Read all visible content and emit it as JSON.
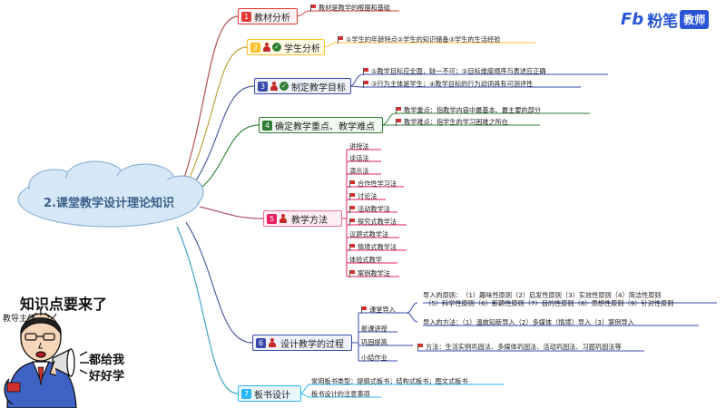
{
  "logo": {
    "mark": "Fb",
    "name": "粉笔",
    "badge": "教师"
  },
  "center": {
    "title": "2.课堂教学设计理论知识"
  },
  "branches": [
    {
      "num": "1",
      "label": "教材分析",
      "leaves": [
        "教材是教学的根据和基础"
      ]
    },
    {
      "num": "2",
      "label": "学生分析",
      "leaves": [
        "①学生的年龄特点②学生的知识储备③学生的生活经验"
      ]
    },
    {
      "num": "3",
      "label": "制定教学目标",
      "leaves": [
        "①教学目标应全面，缺一不可；②目标维度顺序与表述应正确",
        "③行为主体是学生；④教学目标的行为动词具有可测评性"
      ]
    },
    {
      "num": "4",
      "label": "确定教学重点、教学难点",
      "leaves": [
        "教学重点：指教学内容中最基本、最主要的部分",
        "教学难点：指学生的学习困难之所在"
      ]
    },
    {
      "num": "5",
      "label": "教学方法",
      "leaves": [
        "讲授法",
        "谈话法",
        "演示法",
        "合作性学习法",
        "讨论法",
        "活动教学法",
        "探究式教学法",
        "议题式教学法",
        "情境式教学法",
        "体验式教学",
        "案例教学法"
      ]
    },
    {
      "num": "6",
      "label": "设计教学的过程",
      "leaves": [
        "课堂导入",
        "新课讲授",
        "巩固提高",
        "小结作业"
      ],
      "intro_principles_label": "导入的原则：",
      "intro_principles_line1": "（1）趣味性原则（2）启发性原则（3）实效性原则（4）简洁性原则",
      "intro_principles_line2": "（5）科学性原则（6）新颖性原则（7）目的性原则（8）思想性原则（9）针对性原则",
      "intro_methods": "导入的方法：（1）温故知新导入（2）多媒体（情境）导入（3）案例导入",
      "consolidate_methods": "方法：生活实例巩固法、多媒体巩固法、活动巩固法、习题巩固法等"
    },
    {
      "num": "7",
      "label": "板书设计",
      "leaves": [
        "常用板书类型：提纲式板书；结构式板书；图文式板书",
        "板书设计的注意事项"
      ]
    }
  ],
  "cartoon": {
    "headline": "知识点要来了",
    "role": "教导主任",
    "speech_line1": "都给我",
    "speech_line2": "好好学"
  },
  "colors": {
    "b1": "#e53935",
    "b2": "#fbc02d",
    "b3": "#3949ab",
    "b4": "#2e7d32",
    "b5": "#e91e63",
    "b6": "#3949ab",
    "b7": "#29b6f6",
    "center_fill": "#d6e8f7",
    "center_text": "#3b5f8a",
    "logo": "#2a56d6"
  }
}
